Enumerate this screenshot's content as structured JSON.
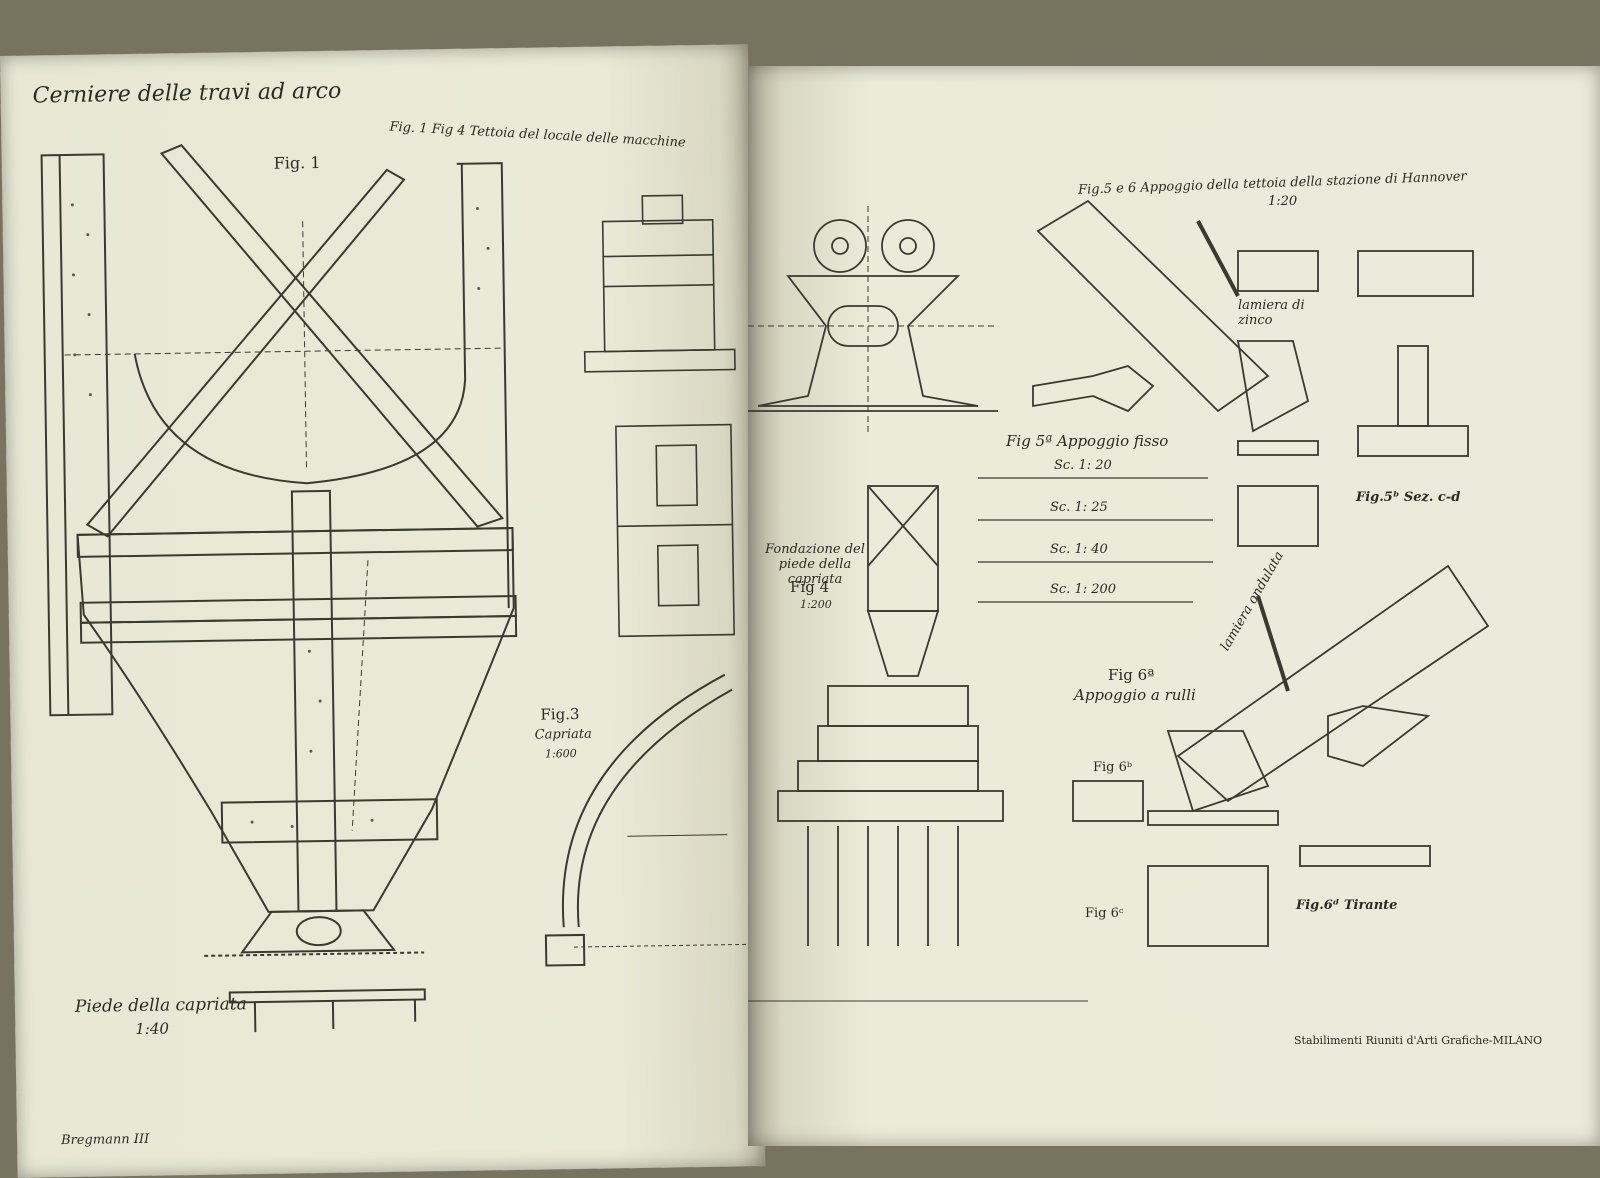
{
  "left_page": {
    "header": "Cerniere delle travi ad arco",
    "fig1": "Fig. 1",
    "fig1_4_caption": "Fig. 1 Fig 4 Tettoia del locale delle macchine",
    "fig3": "Fig.3",
    "fig3_sub": "Capriata",
    "fig3_scale": "1:600",
    "piede": "Piede della capriata",
    "piede_scale": "1:40",
    "footer": "Bregmann III"
  },
  "right_page": {
    "fig5_6_caption": "Fig.5 e 6 Appoggio della tettoia della stazione di Hannover",
    "fig5_6_scale": "1:20",
    "lamiera_zinco": "lamiera di zinco",
    "fig5a": "Fig 5ª Appoggio fisso",
    "fig5b": "Fig.5ᵇ Sez. c-d",
    "scales": [
      "Sc. 1: 20",
      "Sc. 1: 25",
      "Sc. 1: 40",
      "Sc. 1: 200"
    ],
    "fondazione": "Fondazione del piede della capriata",
    "fig4": "Fig 4",
    "fig4_scale": "1:200",
    "fig6a": "Fig 6ª",
    "fig6a_sub": "Appoggio a rulli",
    "lamiera_ondulata": "lamiera ondulata",
    "fig6b": "Fig 6ᵇ",
    "fig6c": "Fig 6ᶜ",
    "fig6d": "Fig.6ᵈ Tirante",
    "publisher": "Stabilimenti Riuniti d'Arti Grafiche-MILANO"
  },
  "colors": {
    "paper": "#e9e9d6",
    "ink": "#2b2b26",
    "background": "#77735f"
  }
}
